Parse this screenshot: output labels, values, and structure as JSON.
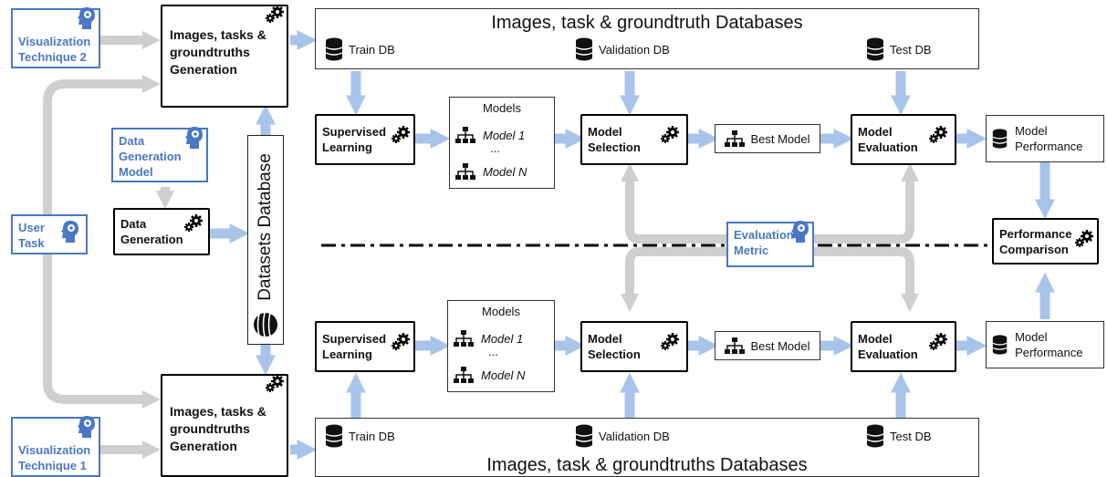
{
  "top_db": {
    "title": "Images, task & groundtruth Databases",
    "train": "Train DB",
    "validation": "Validation DB",
    "test": "Test DB"
  },
  "bottom_db": {
    "title": "Images, task & groundtruths Databases",
    "train": "Train DB",
    "validation": "Validation DB",
    "test": "Test DB"
  },
  "inputs": {
    "vis_technique_2": "Visualization Technique 2",
    "vis_technique_1": "Visualization Technique 1",
    "data_generation_model": "Data Generation Model",
    "user_task": "User Task",
    "evaluation_metric": "Evaluation Metric"
  },
  "processes": {
    "generation_top": "Images, tasks & groundtruths Generation",
    "generation_bottom": "Images, tasks & groundtruths Generation",
    "data_generation": "Data Generation",
    "supervised_learning": "Supervised Learning",
    "model_selection": "Model Selection",
    "model_evaluation": "Model Evaluation",
    "performance_comparison": "Performance Comparison"
  },
  "datasets_database": "Datasets Database",
  "models": {
    "title": "Models",
    "model_1": "Model 1",
    "ellipsis": "...",
    "model_n": "Model N"
  },
  "best_model": "Best Model",
  "model_performance": "Model Performance",
  "colors": {
    "process_arrow": "#a9c4ea",
    "input_arrow": "#cfcfcf",
    "input_accent": "#4a78c2"
  },
  "icons": [
    "gear-icon",
    "head-gear-icon",
    "database-icon",
    "hierarchy-icon"
  ]
}
